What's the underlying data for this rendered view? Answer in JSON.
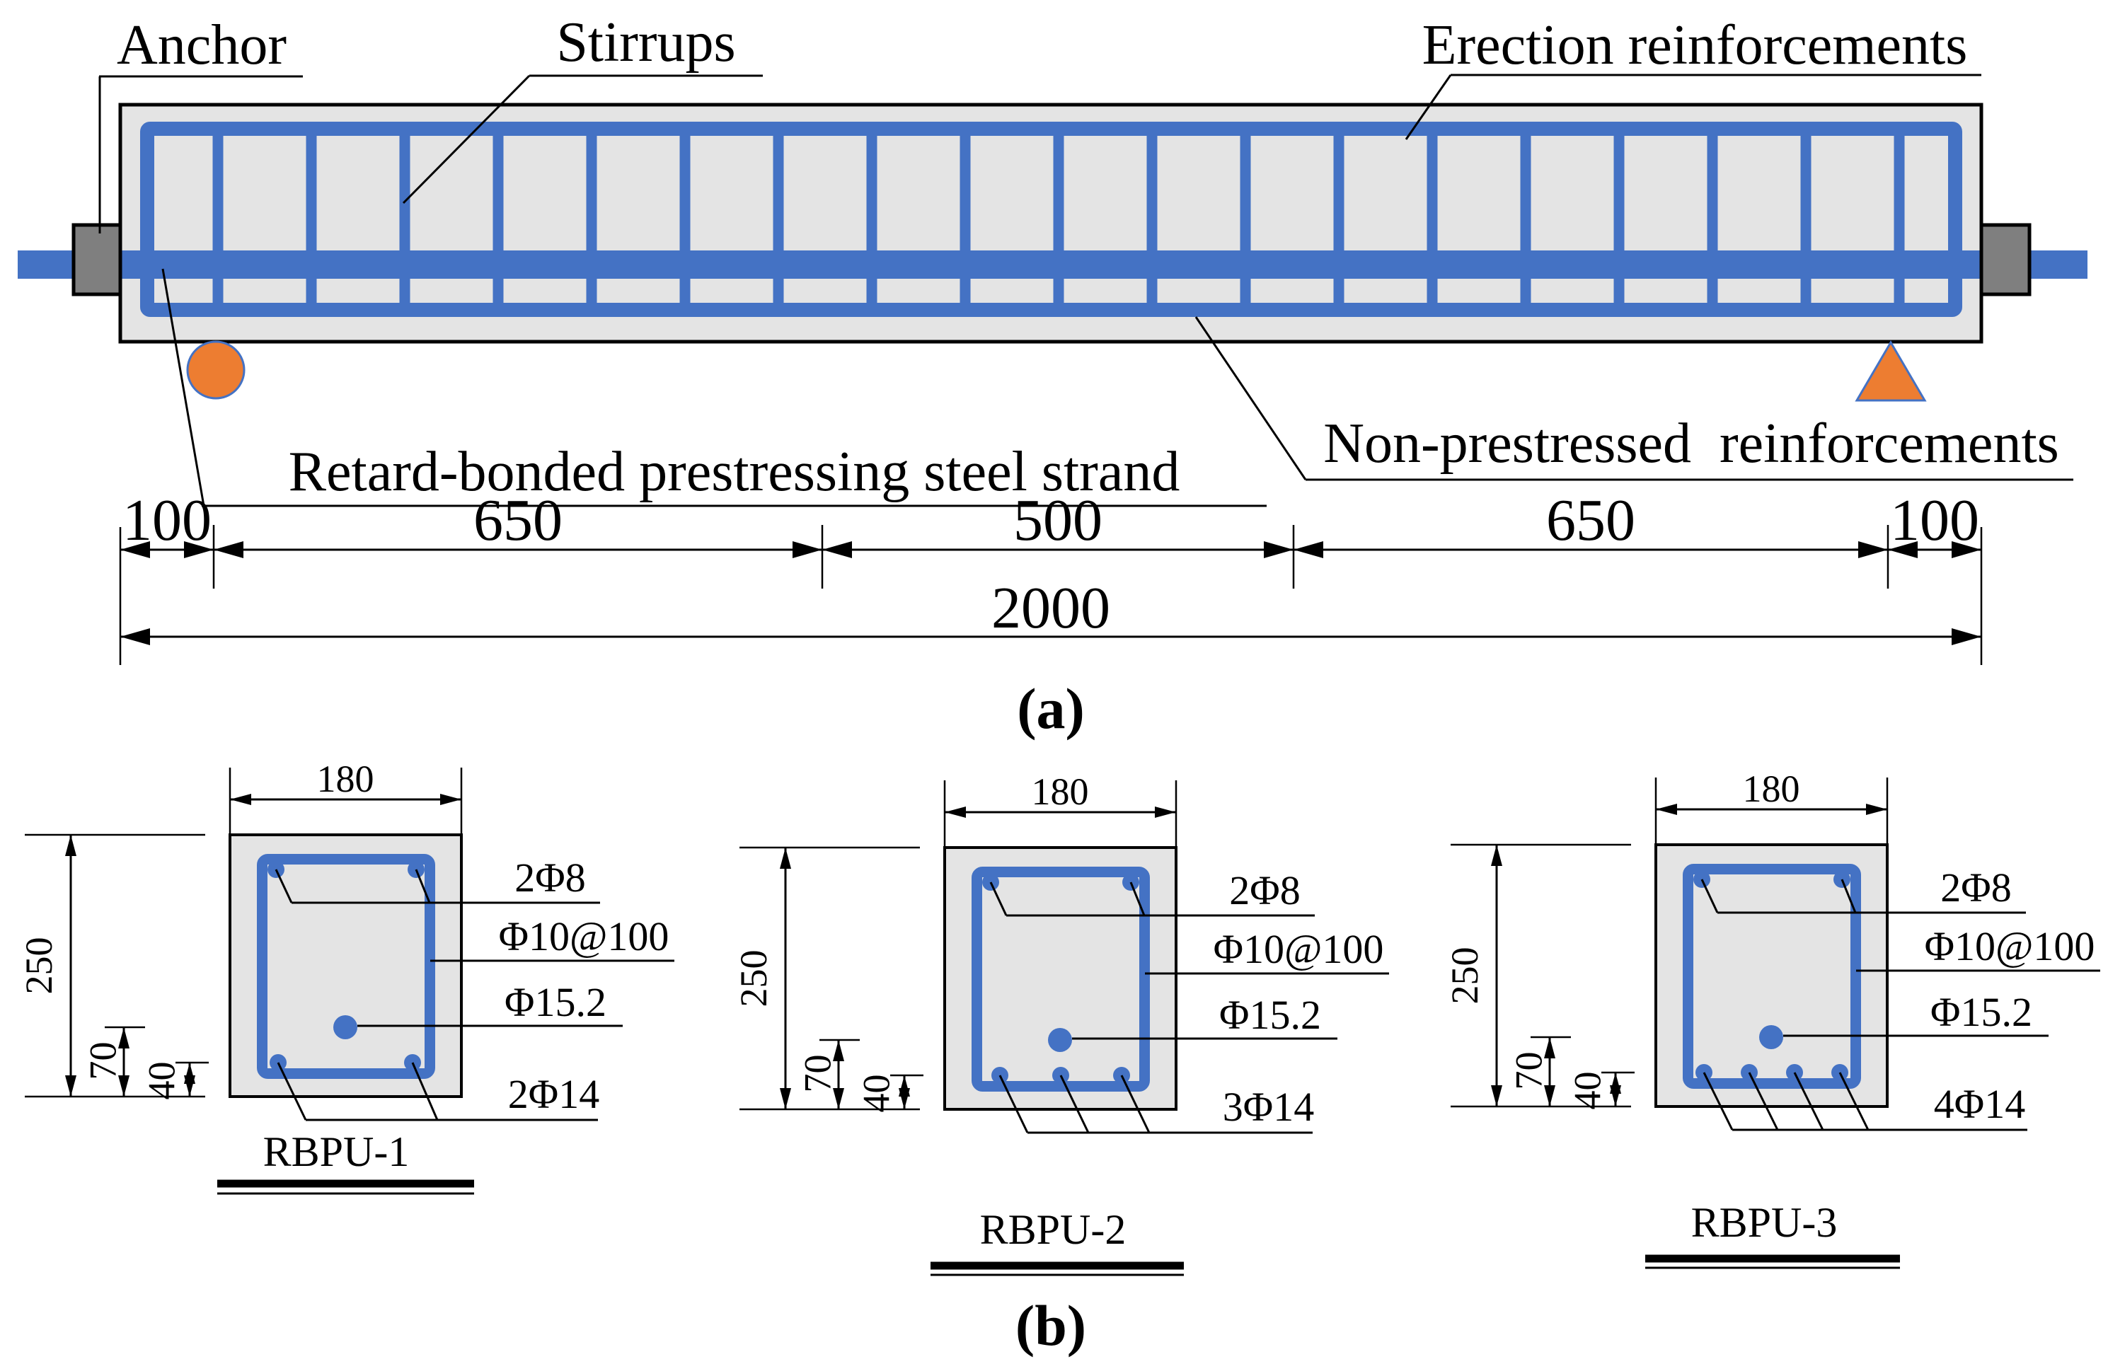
{
  "figure_type": "beam reinforcement drawing",
  "colors": {
    "rebar_blue": "#4472C4",
    "concrete_gray": "#E4E4E4",
    "anchor_gray": "#7F7F7F",
    "support_orange": "#ED7D31",
    "line_black": "#000000"
  },
  "panel_a": {
    "label": "(a)",
    "callouts": {
      "anchor": "Anchor",
      "stirrups": "Stirrups",
      "erection": "Erection reinforcements",
      "strand": "Retard-bonded prestressing steel strand",
      "non_prestressed": "Non-prestressed  reinforcements"
    },
    "dimensions": {
      "seg1": "100",
      "seg2": "650",
      "seg3": "500",
      "seg4": "650",
      "seg5": "100",
      "total": "2000"
    }
  },
  "panel_b": {
    "label": "(b)",
    "sections": [
      {
        "name": "RBPU-1",
        "width_label": "180",
        "height_label": "250",
        "dim_70": "70",
        "dim_40": "40",
        "top_bars": "2Φ8",
        "stirrups": "Φ10@100",
        "strand": "Φ15.2",
        "bottom_bars": "2Φ14"
      },
      {
        "name": "RBPU-2",
        "width_label": "180",
        "height_label": "250",
        "dim_70": "70",
        "dim_40": "40",
        "top_bars": "2Φ8",
        "stirrups": "Φ10@100",
        "strand": "Φ15.2",
        "bottom_bars": "3Φ14"
      },
      {
        "name": "RBPU-3",
        "width_label": "180",
        "height_label": "250",
        "dim_70": "70",
        "dim_40": "40",
        "top_bars": "2Φ8",
        "stirrups": "Φ10@100",
        "strand": "Φ15.2",
        "bottom_bars": "4Φ14"
      }
    ]
  }
}
